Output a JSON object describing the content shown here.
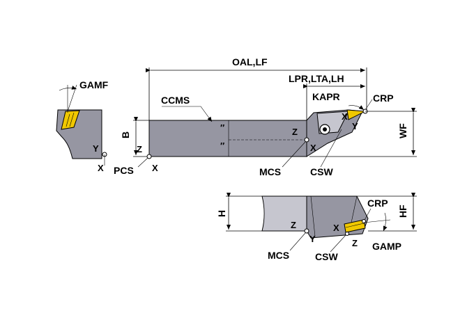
{
  "colors": {
    "body": "#9696a2",
    "body_light": "#c6c6cf",
    "insert": "#f0c800",
    "outline": "#000000",
    "background": "#ffffff"
  },
  "labels": {
    "gamf": "GAMF",
    "ccms": "CCMS",
    "oal_lf": "OAL,LF",
    "lpr_lta_lh": "LPR,LTA,LH",
    "kapr": "KAPR",
    "crp_top": "CRP",
    "wf": "WF",
    "b": "B",
    "pcs": "PCS",
    "mcs_top": "MCS",
    "csw_top": "CSW",
    "h": "H",
    "hf": "HF",
    "crp_bottom": "CRP",
    "gamp": "GAMP",
    "mcs_bottom": "MCS",
    "csw_bottom": "CSW"
  },
  "axes": {
    "end_view_y": "Y",
    "end_view_x": "X",
    "pcs_z": "Z",
    "pcs_x": "X",
    "mcs_top_z": "Z",
    "mcs_top_x": "X",
    "crp_top_x": "X",
    "crp_top_y": "Y",
    "side_mcs_z": "Z",
    "side_mcs_y": "Y",
    "side_csw_x": "X",
    "side_csw_z": "Z"
  }
}
